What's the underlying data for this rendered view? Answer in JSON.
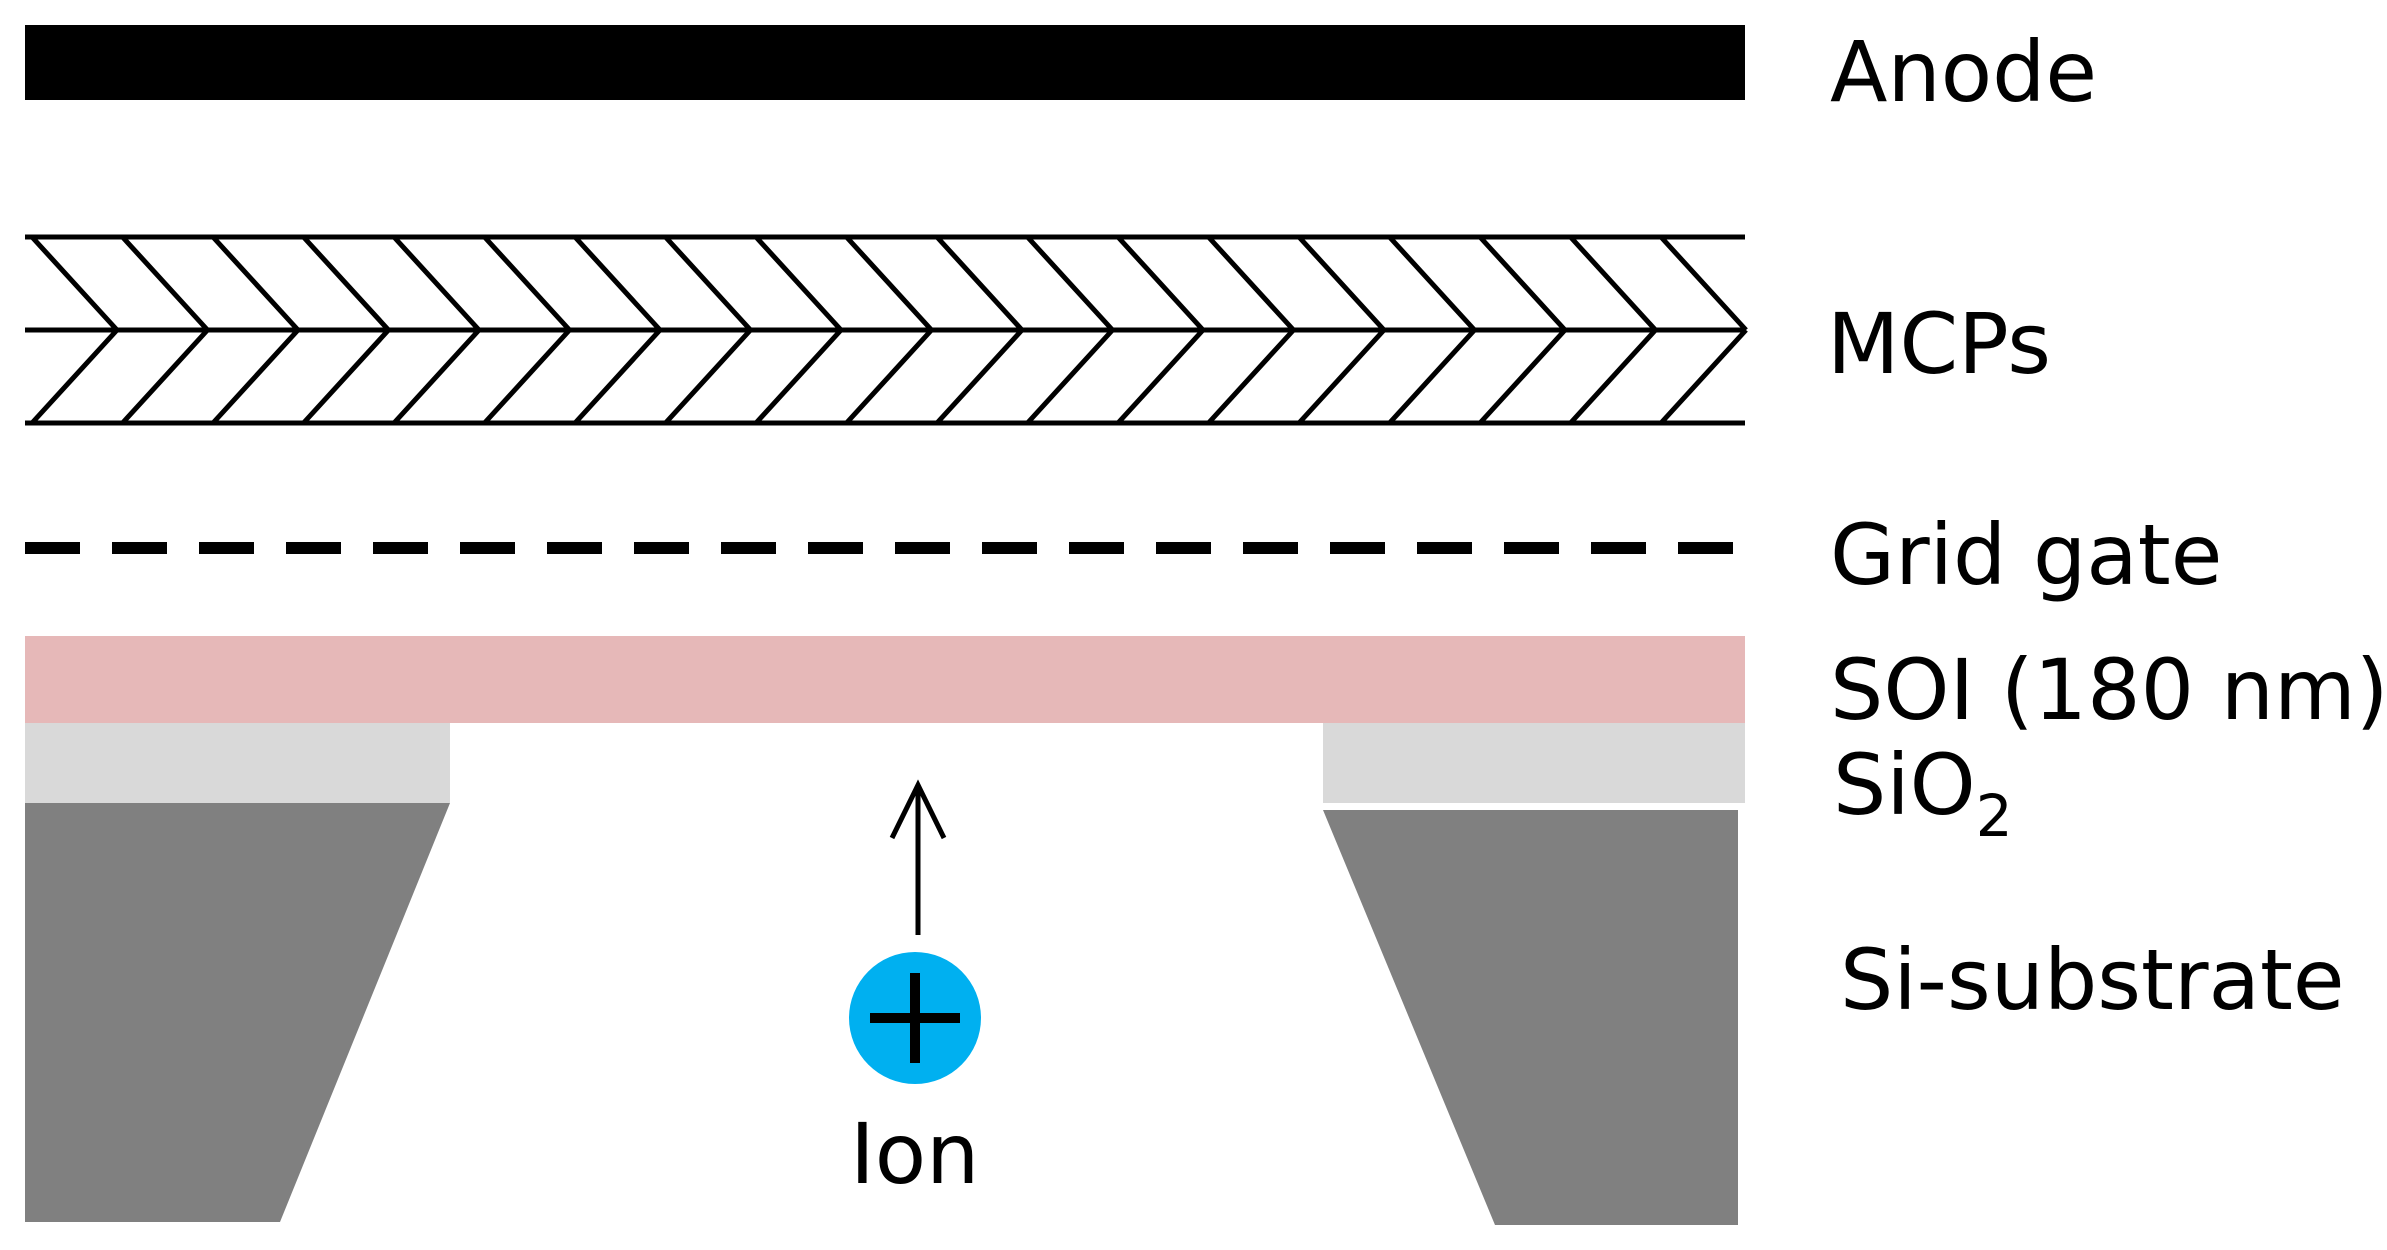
{
  "labels": {
    "anode": "Anode",
    "mcps": "MCPs",
    "grid_gate": "Grid gate",
    "soi": "SOI (180 nm)",
    "sio2_main": "SiO",
    "sio2_sub": "2",
    "si_substrate": "Si-substrate",
    "ion": "Ion",
    "ion_symbol": "+"
  },
  "colors": {
    "anode": "#000000",
    "soi": "#e6b8b8",
    "sio2": "#d9d9d9",
    "si_substrate": "#808080",
    "ion": "#00b0f0"
  }
}
